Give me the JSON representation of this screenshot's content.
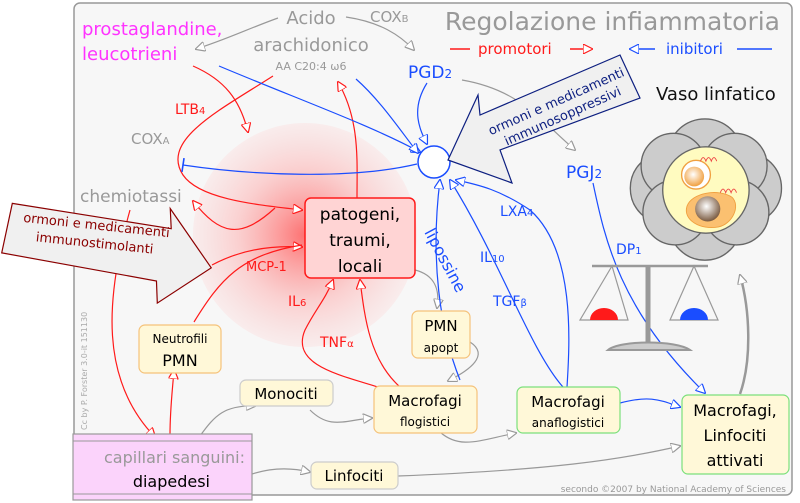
{
  "title": "Regolazione infiammatoria",
  "legend": {
    "promoters": "promotori",
    "inhibitors": "inibitori"
  },
  "colors": {
    "promoter": "#ff1a1a",
    "inhibitor": "#1a4dff",
    "neutral": "#999999",
    "lipid_mediators": "#ff33ff",
    "drug_arrow_text": "#8b0000",
    "drug_arrow_text_suppressive": "#0d1f80"
  },
  "labels": {
    "acid_line1": "Acido",
    "acid_line2": "arachidonico",
    "acid_formula": "AA  C20:4 ω6",
    "coxb": "COX",
    "coxb_sub": "B",
    "coxa": "COX",
    "coxa_sub": "A",
    "lipid_line1": "prostaglandine,",
    "lipid_line2": "leucotrieni",
    "ltb4": "LTB",
    "ltb4_sub": "4",
    "chemotaxis": "chemiotassi",
    "pgd2": "PGD",
    "pgd2_sub": "2",
    "pgj2": "PGJ",
    "pgj2_sub": "2",
    "lymph_vessel": "Vaso linfatico",
    "mcp1": "MCP-1",
    "il6": "IL",
    "il6_sub": "6",
    "tnfa": "TNF",
    "tnfa_sub": "α",
    "lipoxins": "lipossine",
    "lxa4": "LXA",
    "lxa4_sub": "4",
    "il10": "IL",
    "il10_sub": "10",
    "tgfb": "TGF",
    "tgfb_sub": "β",
    "dp1": "DP",
    "dp1_sub": "1"
  },
  "drug_arrows": {
    "stimulant_line1": "ormoni e medicamenti",
    "stimulant_line2": "immunostimolanti",
    "suppressive_line1": "ormoni e medicamenti",
    "suppressive_line2": "immunosoppressivi"
  },
  "boxes": {
    "pathogens": [
      "patogeni,",
      "traumi,",
      "locali"
    ],
    "neutrophils": {
      "line1": "Neutrofili",
      "line2": "PMN"
    },
    "pmn_apopt": {
      "line1": "PMN",
      "line2": "apopt"
    },
    "monocytes": "Monociti",
    "macro_flog": {
      "line1": "Macrofagi",
      "line2": "flogistici"
    },
    "macro_anaflog": {
      "line1": "Macrofagi",
      "line2": "anaflogistici"
    },
    "activated": [
      "Macrofagi,",
      "Linfociti",
      "attivati"
    ],
    "lymphocytes": "Linfociti",
    "capillaries": {
      "line1": "capillari sanguini:",
      "line2": "diapedesi"
    }
  },
  "credits": {
    "author": "Cc by P. Forster 3.0-it 151130",
    "source": "secondo ©2007 by National Academy of Sciences"
  }
}
